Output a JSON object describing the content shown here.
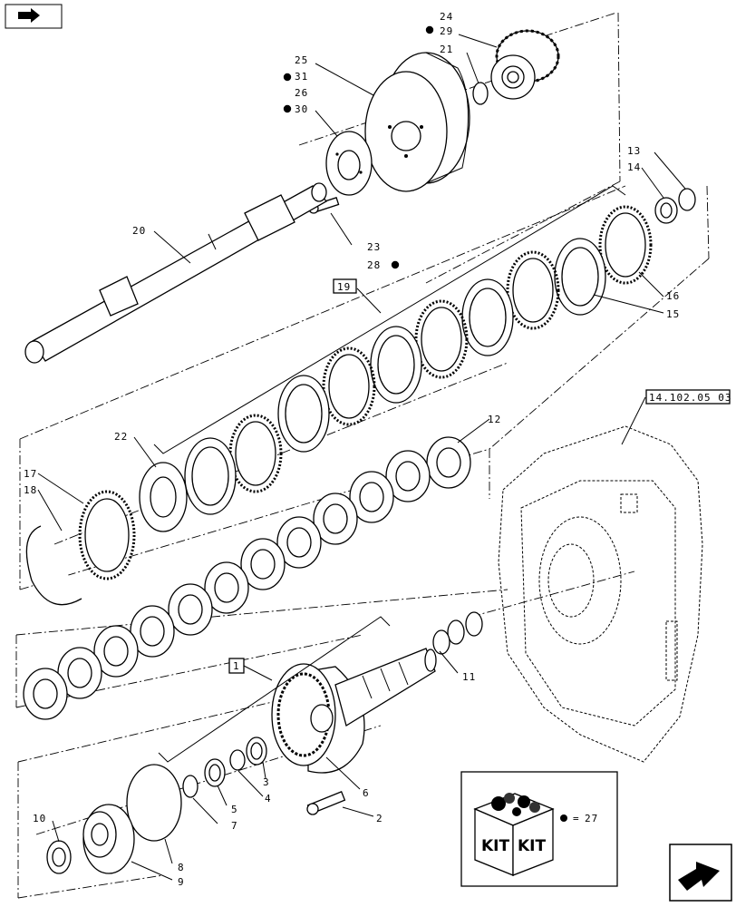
{
  "nav": {
    "top_icon": "bookmark-arrow-icon",
    "bottom_icon": "next-page-arrow-icon"
  },
  "labels": {
    "l24": "24",
    "l29": "29",
    "l21": "21",
    "l25": "25",
    "l31": "31",
    "l26": "26",
    "l30": "30",
    "l13": "13",
    "l14": "14",
    "l20": "20",
    "l23": "23",
    "l28": "28",
    "l19": "19",
    "l16": "16",
    "l15": "15",
    "l22": "22",
    "l12": "12",
    "l17": "17",
    "l18": "18",
    "l1": "1",
    "l11": "11",
    "l3": "3",
    "l4": "4",
    "l5": "5",
    "l7": "7",
    "l6": "6",
    "l2": "2",
    "l10": "10",
    "l8": "8",
    "l9": "9"
  },
  "ref": {
    "housing_ref": "14.102.05 03"
  },
  "kit": {
    "text1": "KIT",
    "text2": "KIT",
    "equals": "=",
    "number": "27"
  }
}
